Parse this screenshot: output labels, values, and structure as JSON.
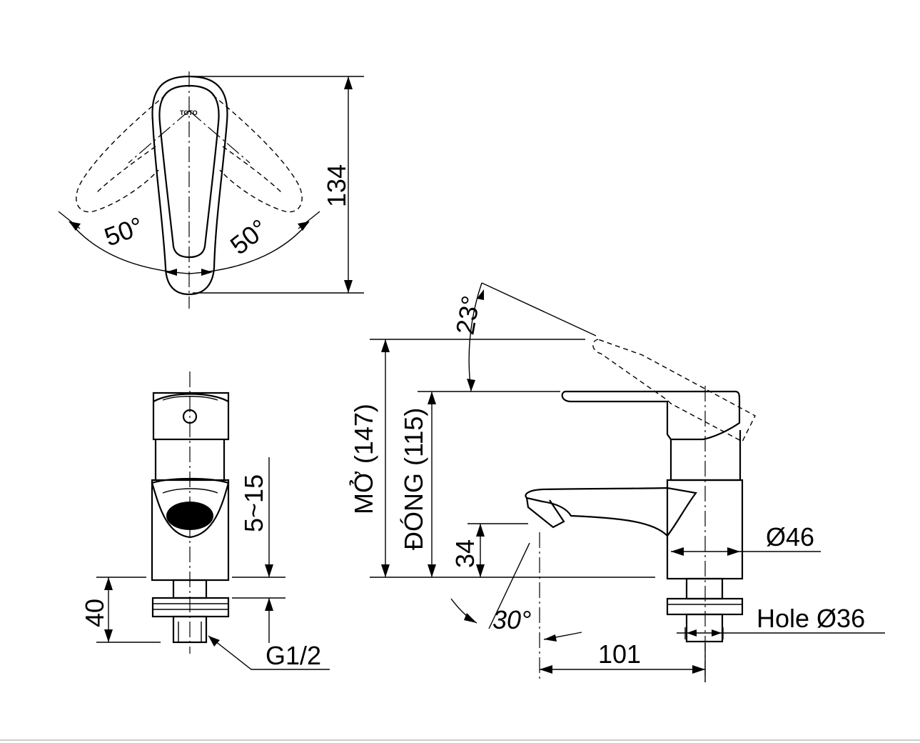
{
  "logo_text": "TOTO",
  "dimensions": {
    "top_height": "134",
    "angle_left": "50°",
    "angle_right": "50°",
    "lever_tilt": "23°",
    "spout_angle": "30°",
    "open_height": "MỞ (147)",
    "closed_height": "ĐÓNG (115)",
    "spout_height": "34",
    "body_diameter": "Ø46",
    "hole": "Hole Ø36",
    "reach": "101",
    "thickness_range": "5~15",
    "shank_length": "40",
    "thread": "G1/2"
  },
  "colors": {
    "line": "#000000",
    "background": "#ffffff",
    "rule": "#bbbbbb"
  }
}
